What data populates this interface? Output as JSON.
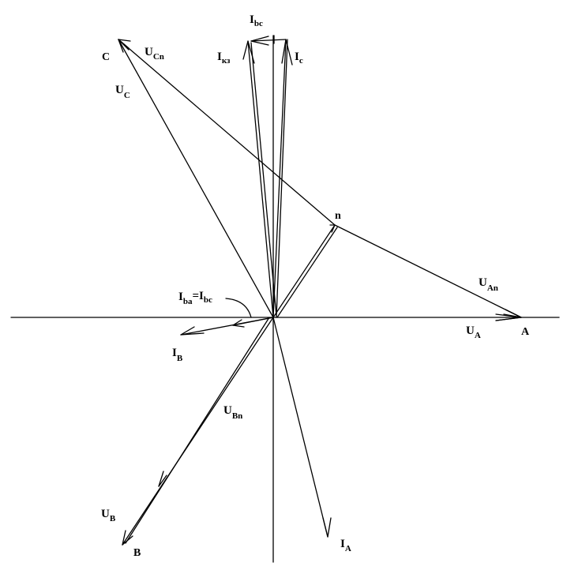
{
  "labels": {
    "I_bc_top": {
      "main": "I",
      "sub": "bc"
    },
    "I_kz": {
      "main": "I",
      "sub": "кз"
    },
    "I_c": {
      "main": "I",
      "sub": "c"
    },
    "U_Cn": {
      "main": "U",
      "sub": "Cn"
    },
    "U_C": {
      "main": "U",
      "sub": "C"
    },
    "U_An": {
      "main": "U",
      "sub": "An"
    },
    "U_A": {
      "main": "U",
      "sub": "A"
    },
    "I_ba_eq": {
      "main1": "I",
      "sub1": "ba",
      "eq": "=",
      "main2": "I",
      "sub2": "bc"
    },
    "I_B": {
      "main": "I",
      "sub": "B"
    },
    "U_Bn": {
      "main": "U",
      "sub": "Bn"
    },
    "U_B": {
      "main": "U",
      "sub": "B"
    },
    "I_A": {
      "main": "I",
      "sub": "A"
    }
  },
  "points": {
    "A": "A",
    "B": "B",
    "C": "C",
    "n": "n"
  }
}
